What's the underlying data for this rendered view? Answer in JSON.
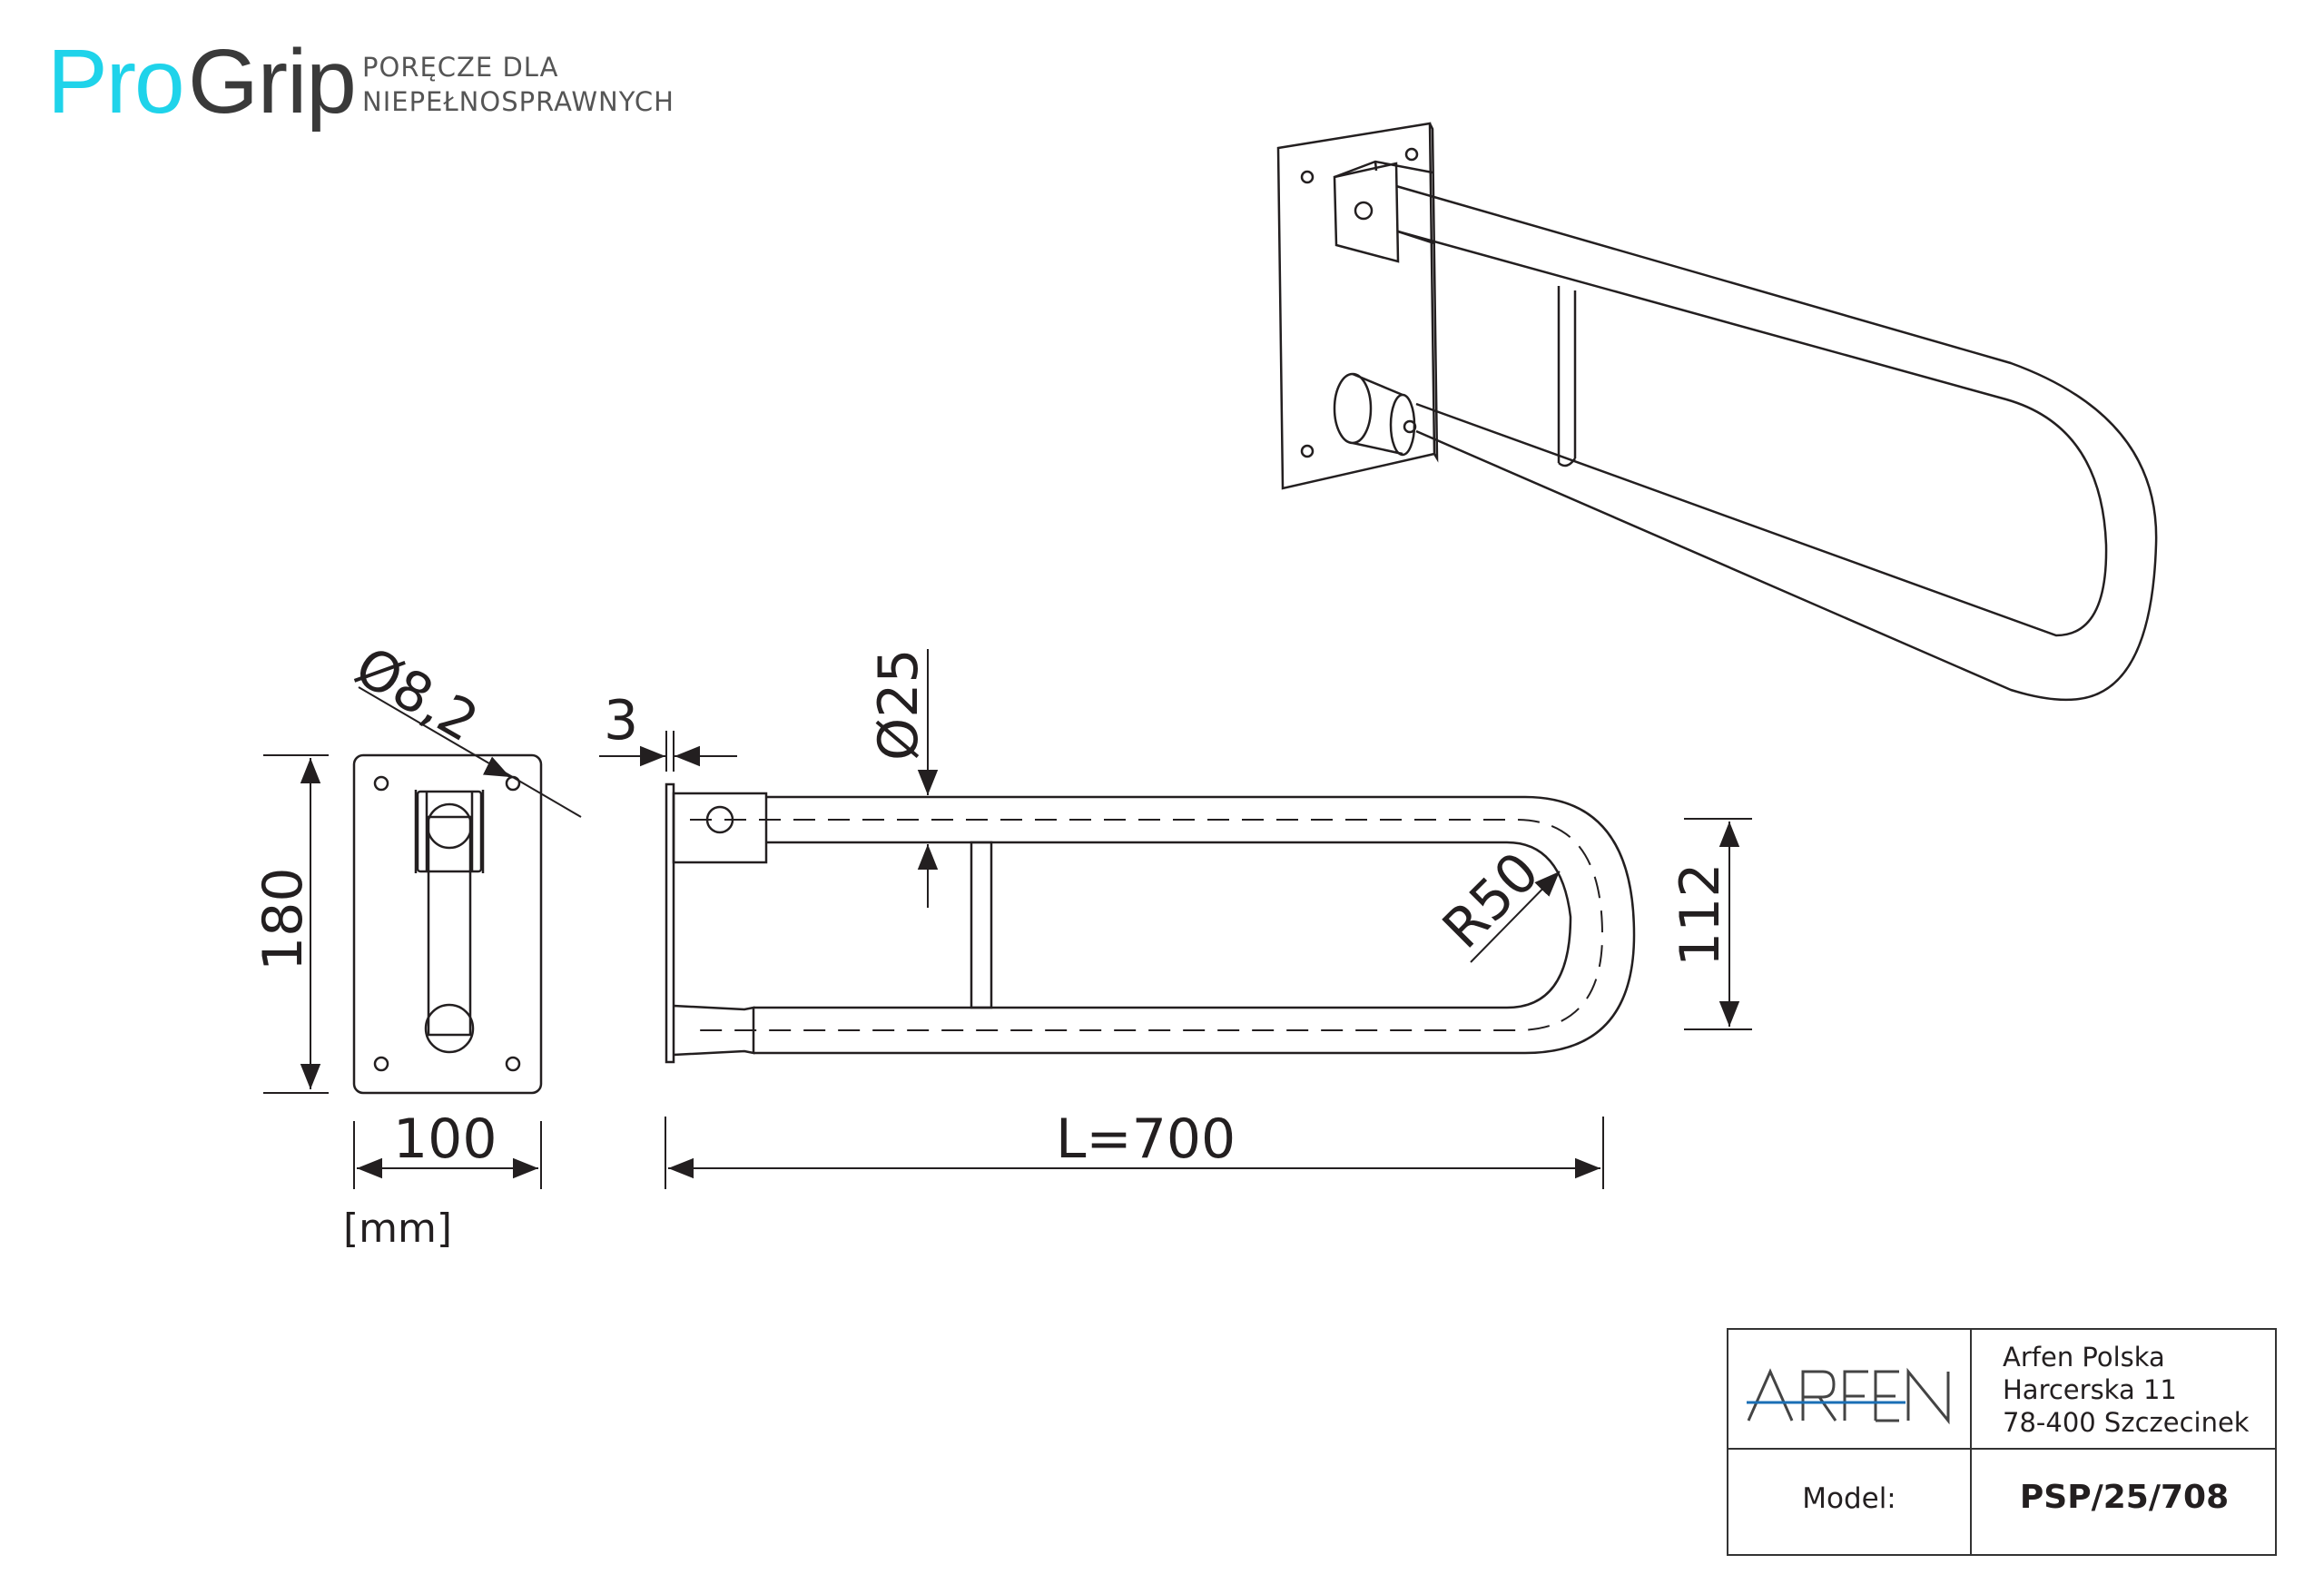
{
  "brand": {
    "pro": "Pro",
    "grip": "Grip",
    "tagline_line1": "PORĘCZE DLA",
    "tagline_line2": "NIEPEŁNOSPRAWNYCH"
  },
  "dimensions": {
    "hole_diameter": "Ø8,2",
    "plate_height": "180",
    "plate_width": "100",
    "wall_thickness": "3",
    "tube_diameter": "Ø25",
    "bend_radius": "R50",
    "total_length": "L=700",
    "rail_spacing": "112",
    "unit": "[mm]"
  },
  "title_block": {
    "company_logo_text": "ARFEN",
    "address_line1": "Arfen Polska",
    "address_line2": "Harcerska 11",
    "address_line3": "78-400 Szczecinek",
    "model_label": "Model:",
    "model_value": "PSP/25/708"
  },
  "colors": {
    "brand_accent": "#1fd3ea",
    "line": "#231f20",
    "logo_blue": "#1a6fb5"
  }
}
